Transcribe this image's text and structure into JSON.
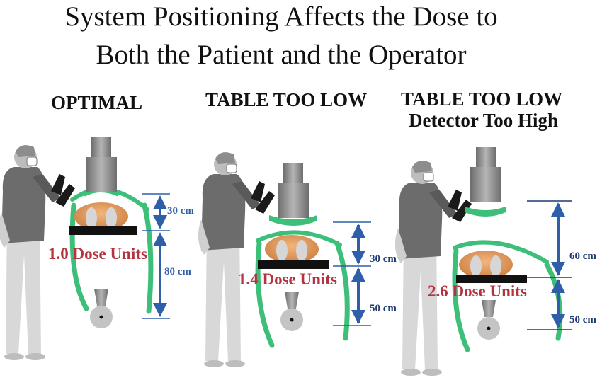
{
  "title": {
    "line1": "System  Positioning Affects the Dose to",
    "line2": "Both the Patient and the Operator"
  },
  "panels": [
    {
      "heading": "OPTIMAL",
      "subheading": "",
      "upper_distance": "30 cm",
      "lower_distance": "80 cm",
      "dose": "1.0 Dose Units"
    },
    {
      "heading": "TABLE TOO LOW",
      "subheading": "",
      "upper_distance": "30 cm",
      "lower_distance": "50 cm",
      "dose": "1.4 Dose Units"
    },
    {
      "heading": "TABLE TOO LOW",
      "subheading": "Detector Too High",
      "upper_distance": "60 cm",
      "lower_distance": "50 cm",
      "dose": "2.6 Dose Units"
    }
  ],
  "colors": {
    "scatter": "#3dbf7a",
    "arrow": "#2f5fa8",
    "dose_text": "#b3343f",
    "patient": "#d9894a",
    "detector": "#8a8a8a",
    "operator": "#7a7a7a",
    "table": "#111111"
  }
}
